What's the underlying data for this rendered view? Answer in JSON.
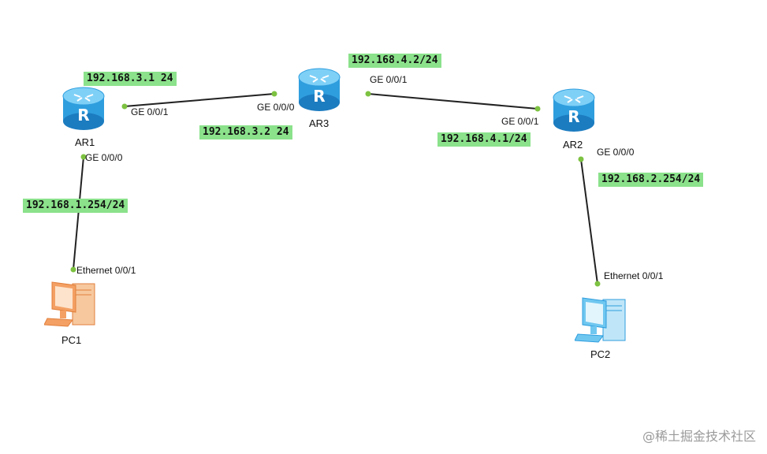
{
  "colors": {
    "router_body": "#2f9ede",
    "router_top": "#7fd0f7",
    "pc1": "#f4a064",
    "pc2": "#6fc7f0",
    "port_dot": "#7dc241",
    "ip_label_bg": "#8be28b",
    "link": "#222222"
  },
  "devices": {
    "ar1": {
      "name": "AR1",
      "icon": "router-icon"
    },
    "ar2": {
      "name": "AR2",
      "icon": "router-icon"
    },
    "ar3": {
      "name": "AR3",
      "icon": "router-icon"
    },
    "pc1": {
      "name": "PC1",
      "icon": "pc-icon"
    },
    "pc2": {
      "name": "PC2",
      "icon": "pc-icon"
    }
  },
  "ports": {
    "ar1_ge001": "GE 0/0/1",
    "ar1_ge000": "GE 0/0/0",
    "ar3_ge000": "GE 0/0/0",
    "ar3_ge001": "GE 0/0/1",
    "ar2_ge001": "GE 0/0/1",
    "ar2_ge000": "GE 0/0/0",
    "pc1_eth": "Ethernet 0/0/1",
    "pc2_eth": "Ethernet 0/0/1"
  },
  "ip_labels": {
    "ar1_ge001": "192.168.3.1 24",
    "ar3_ge000": "192.168.3.2 24",
    "ar3_ge001": "192.168.4.2/24",
    "ar2_ge001": "192.168.4.1/24",
    "ar1_ge000": "192.168.1.254/24",
    "ar2_ge000": "192.168.2.254/24"
  },
  "watermark": "@稀土掘金技术社区"
}
